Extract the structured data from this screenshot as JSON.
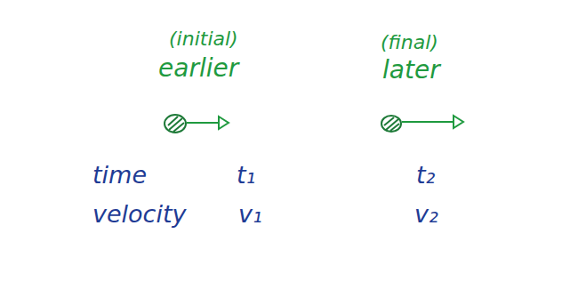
{
  "diagram": {
    "labels": [
      "(initial)",
      "earlier",
      "(final)",
      "later",
      "time",
      "t₁",
      "t₂",
      "velocity",
      "v₁",
      "v₂"
    ]
  }
}
